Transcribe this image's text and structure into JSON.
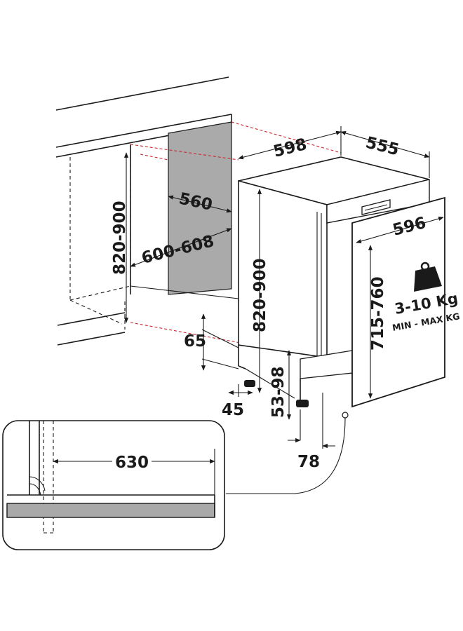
{
  "dimensions": {
    "niche_height": "820-900",
    "niche_depth": "600-608",
    "niche_width": "560",
    "appliance_width": "598",
    "appliance_depth": "555",
    "appliance_height": "820-900",
    "panel_width": "596",
    "panel_height": "715-760",
    "plinth_height": "65",
    "plinth_setback": "45",
    "foot_adjust": "53-98",
    "foot_offset": "78",
    "detail_depth": "630"
  },
  "panel_weight": {
    "range": "3-10 Kg",
    "caption": "MIN - MAX KG"
  },
  "icons": [
    "weight-icon"
  ],
  "colors": {
    "line": "#1a1a1a",
    "niche_back": "#aaaaaa",
    "worktop_detail": "#a9a9a9",
    "guide_dashes": "#c8282d"
  }
}
